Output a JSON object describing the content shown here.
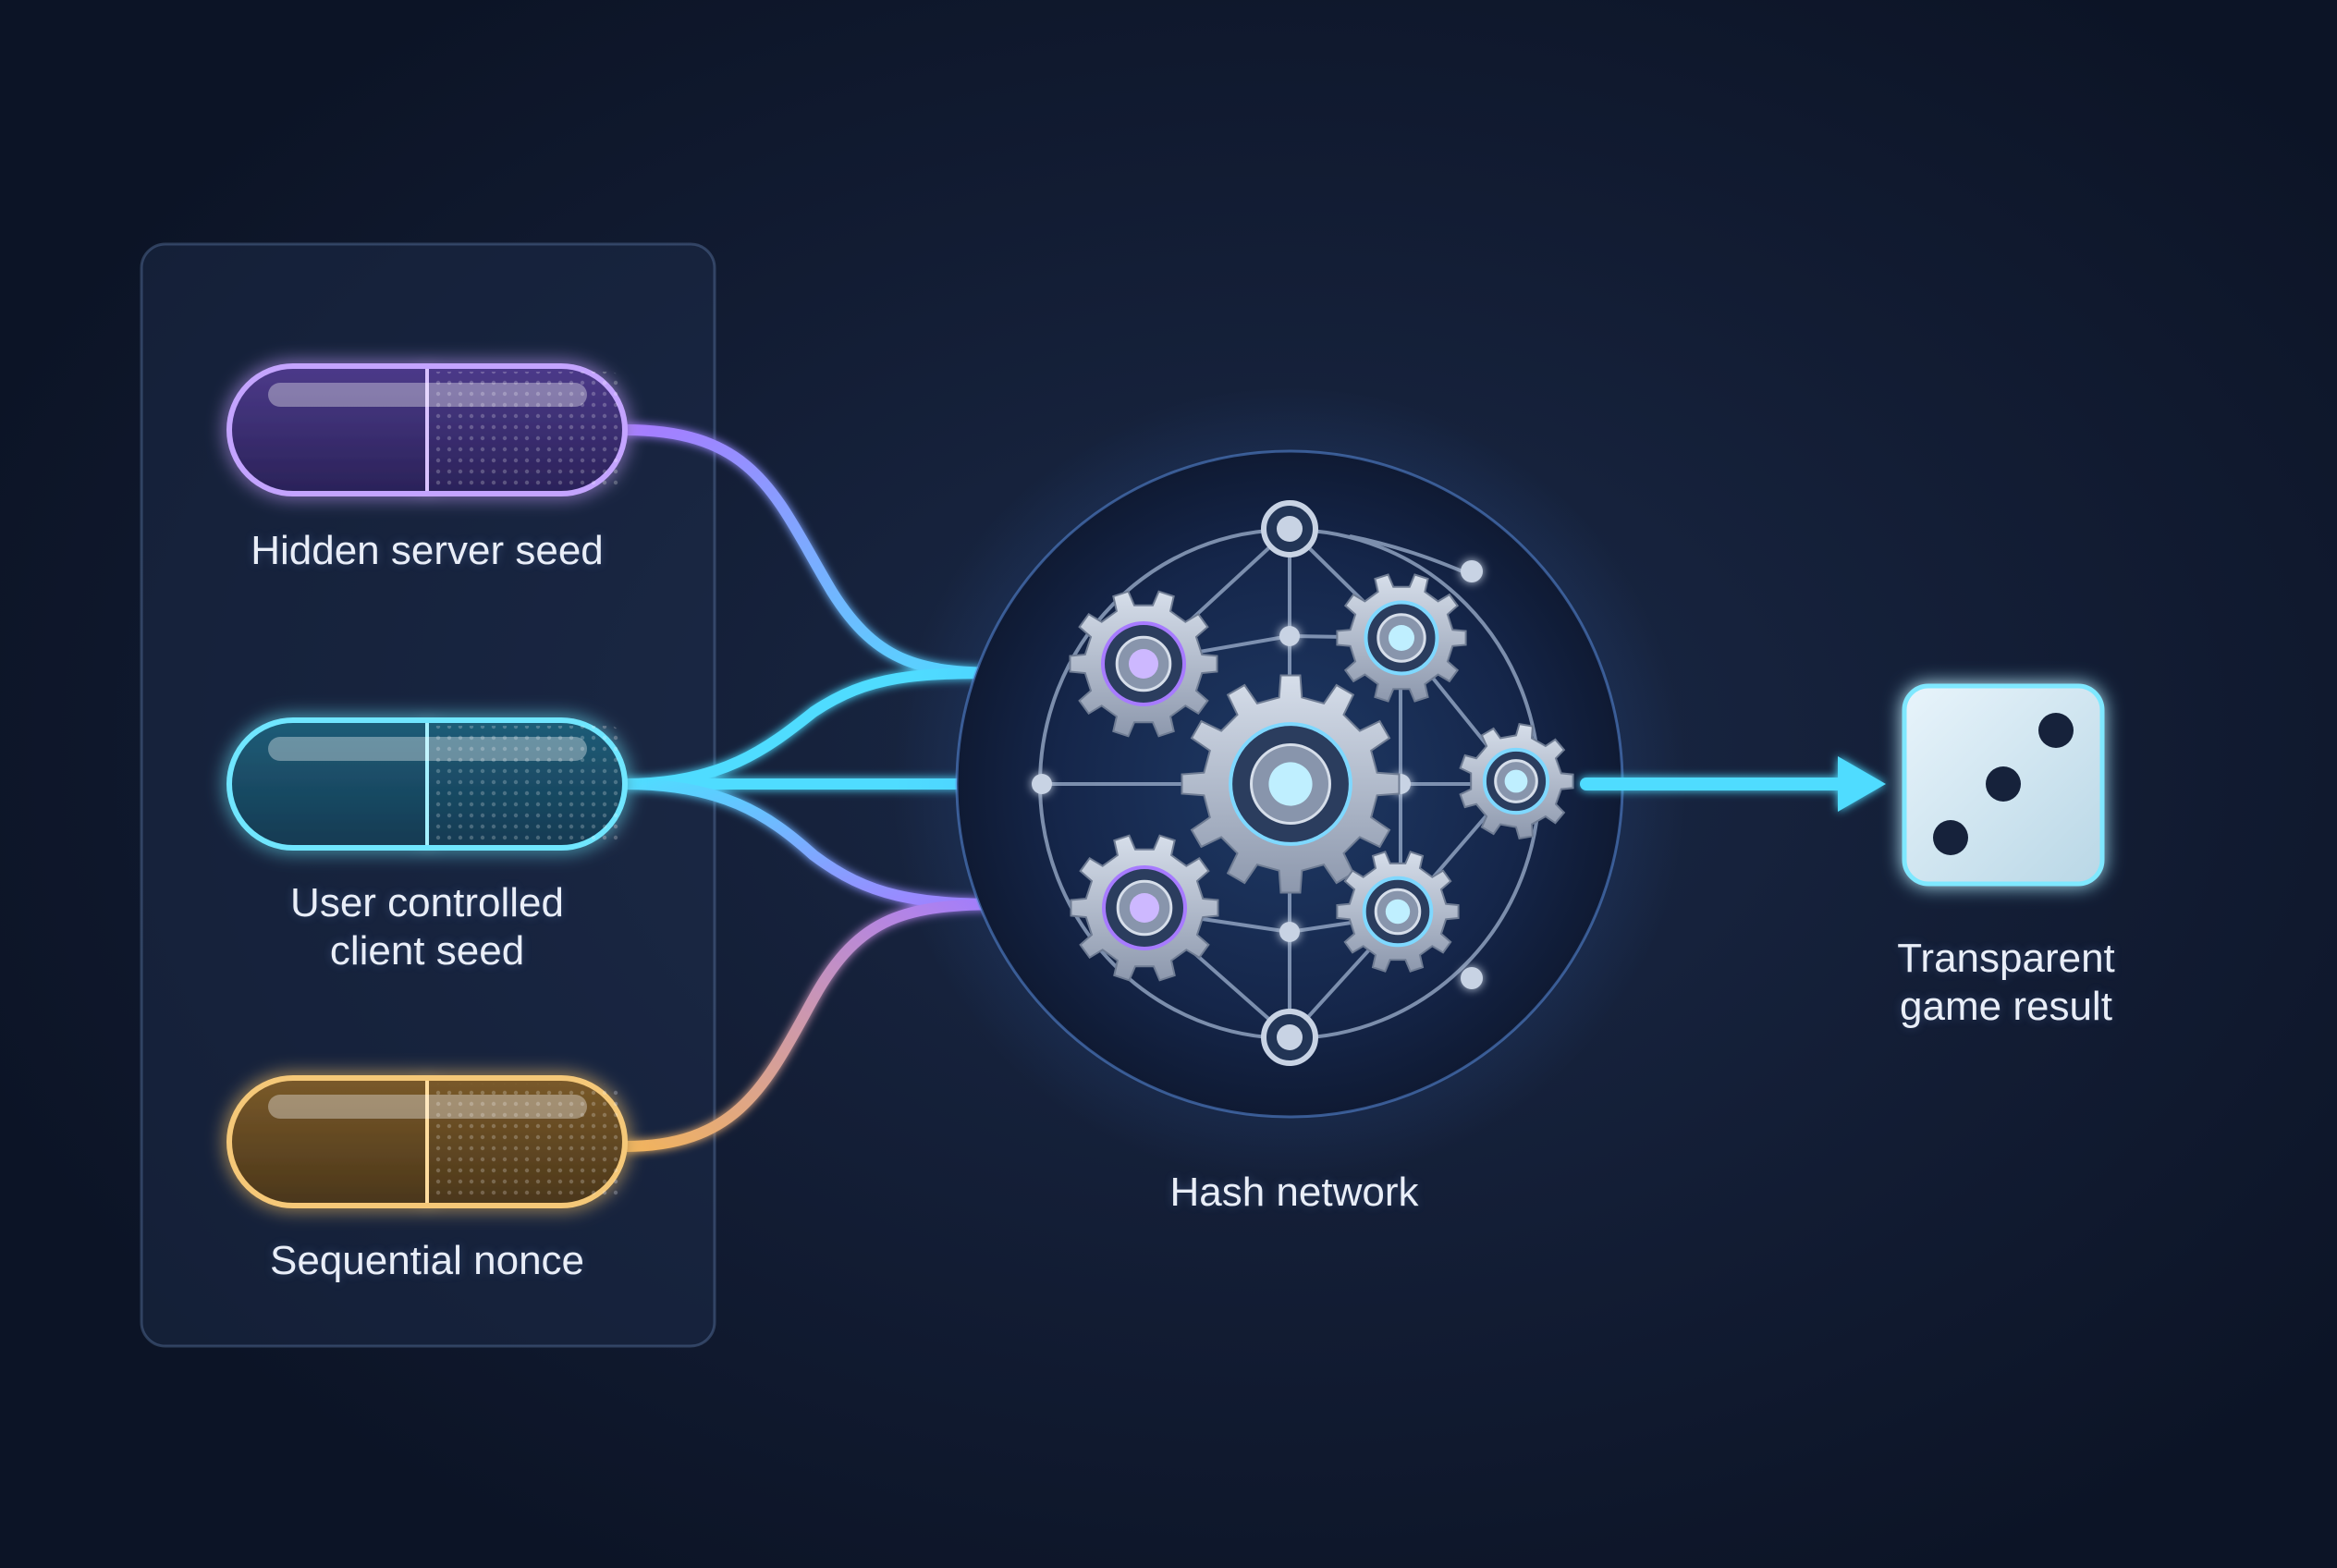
{
  "inputs": [
    {
      "label": "Hidden server seed",
      "color": "#a77bff"
    },
    {
      "label_lines": [
        "User controlled",
        "client seed"
      ],
      "color": "#4fdcff"
    },
    {
      "label": "Sequential nonce",
      "color": "#f2b45c"
    }
  ],
  "hash_network": {
    "label": "Hash network"
  },
  "result": {
    "label_lines": [
      "Transparent",
      "game result"
    ],
    "color": "#66e6ff"
  },
  "colors": {
    "background": "#0f1729",
    "panel": "#16223a",
    "arrow_cyan": "#4fdcff",
    "arrow_purple": "#a77bff",
    "arrow_gold": "#f2b45c",
    "gear": "#b8c3d6"
  }
}
